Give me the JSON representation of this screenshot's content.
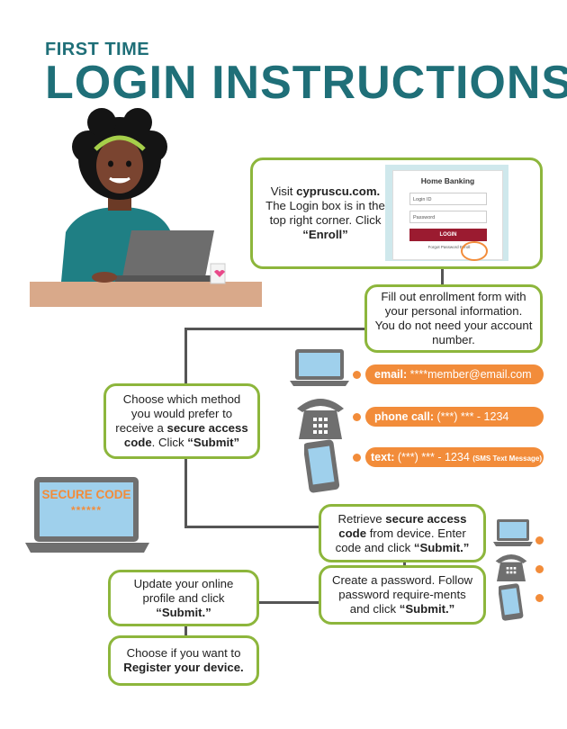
{
  "header": {
    "title_small": "FIRST TIME",
    "title_big": "LOGIN INSTRUCTIONS"
  },
  "step1": {
    "text_a": "Visit ",
    "site": "cypruscu.com.",
    "text_b": " The  Login box is in the top right corner. Click ",
    "enroll": "“Enroll”"
  },
  "screenshot": {
    "heading": "Home Banking",
    "login_id": "Login ID",
    "password": "Password",
    "login_btn": "LOGIN",
    "links": "Forgot Password  Enroll"
  },
  "step2": {
    "text": "Fill out enrollment form with your personal information. You do not need your account number."
  },
  "step3": {
    "text_a": "Choose which method you would prefer to receive a ",
    "bold": "secure access",
    "text_b": " code",
    "text_c": ". Click ",
    "submit": "“Submit”"
  },
  "options": {
    "email_label": "email:",
    "email_value": " ****member@email.com",
    "phone_label": "phone call:",
    "phone_value": " (***) *** - 1234",
    "text_label": "text:",
    "text_value": " (***) *** - 1234 ",
    "text_note": "(SMS Text Message)"
  },
  "laptop_screen": {
    "line1": "SECURE CODE",
    "line2": "******"
  },
  "step4": {
    "text_a": "Retrieve ",
    "bold_a": "secure access code",
    "text_b": " from device. Enter code and click ",
    "submit": "“Submit.”"
  },
  "step5": {
    "text_a": "Create a password. Follow password require-ments and click ",
    "submit": "“Submit.”"
  },
  "step6": {
    "text_a": "Update your online profile and click ",
    "submit": "“Submit.”"
  },
  "step7": {
    "text_a": "Choose if you want to ",
    "bold": "Register your device."
  },
  "colors": {
    "teal": "#1f6f78",
    "green_border": "#8db63c",
    "orange": "#f28c3a"
  }
}
